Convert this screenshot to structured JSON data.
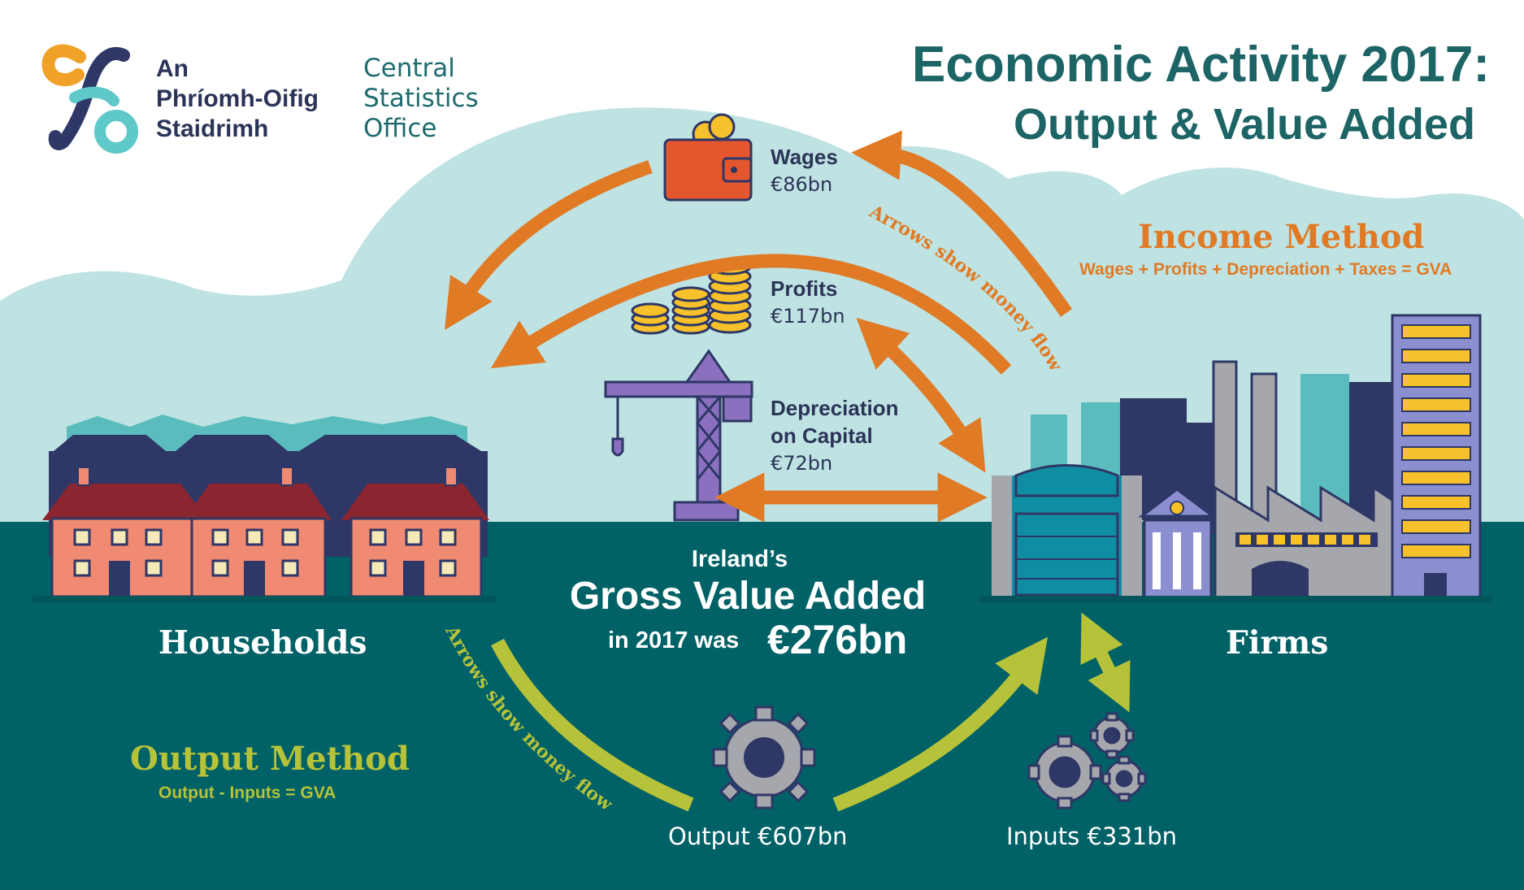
{
  "logo": {
    "irish_name_lines": [
      "An",
      "Phríomh-Oifig",
      "Staidrimh"
    ],
    "english_name_lines": [
      "Central",
      "Statistics",
      "Office"
    ]
  },
  "title": {
    "line1": "Economic Activity 2017:",
    "line2": "Output & Value Added"
  },
  "income_flows": {
    "wages": {
      "label": "Wages",
      "value": "€86bn"
    },
    "profits": {
      "label": "Profits",
      "value": "€117bn"
    },
    "depreciation": {
      "label_lines": [
        "Depreciation",
        "on Capital"
      ],
      "value": "€72bn"
    }
  },
  "income_method": {
    "title": "Income Method",
    "formula": "Wages + Profits + Depreciation + Taxes = GVA",
    "arrow_note": "Arrows show money flow"
  },
  "gva": {
    "line1": "Ireland’s",
    "line2": "Gross Value Added",
    "line3_prefix": "in 2017 was",
    "value": "€276bn"
  },
  "labels": {
    "households": "Households",
    "firms": "Firms"
  },
  "output_method": {
    "title": "Output Method",
    "formula": "Output - Inputs = GVA",
    "arrow_note": "Arrows show money flow",
    "output": "Output €607bn",
    "inputs": "Inputs €331bn"
  },
  "colors": {
    "sky": "#bfe3e3",
    "ground": "#006166",
    "title": "#1c6465",
    "income_orange": "#e07a25",
    "output_green": "#b6c33a",
    "navy": "#2b3457"
  },
  "icons": [
    "logo-mark-icon",
    "wallet-icon",
    "coin-stacks-icon",
    "crane-icon",
    "houses-icon",
    "factory-icon",
    "gear-icon",
    "gears-icon"
  ]
}
